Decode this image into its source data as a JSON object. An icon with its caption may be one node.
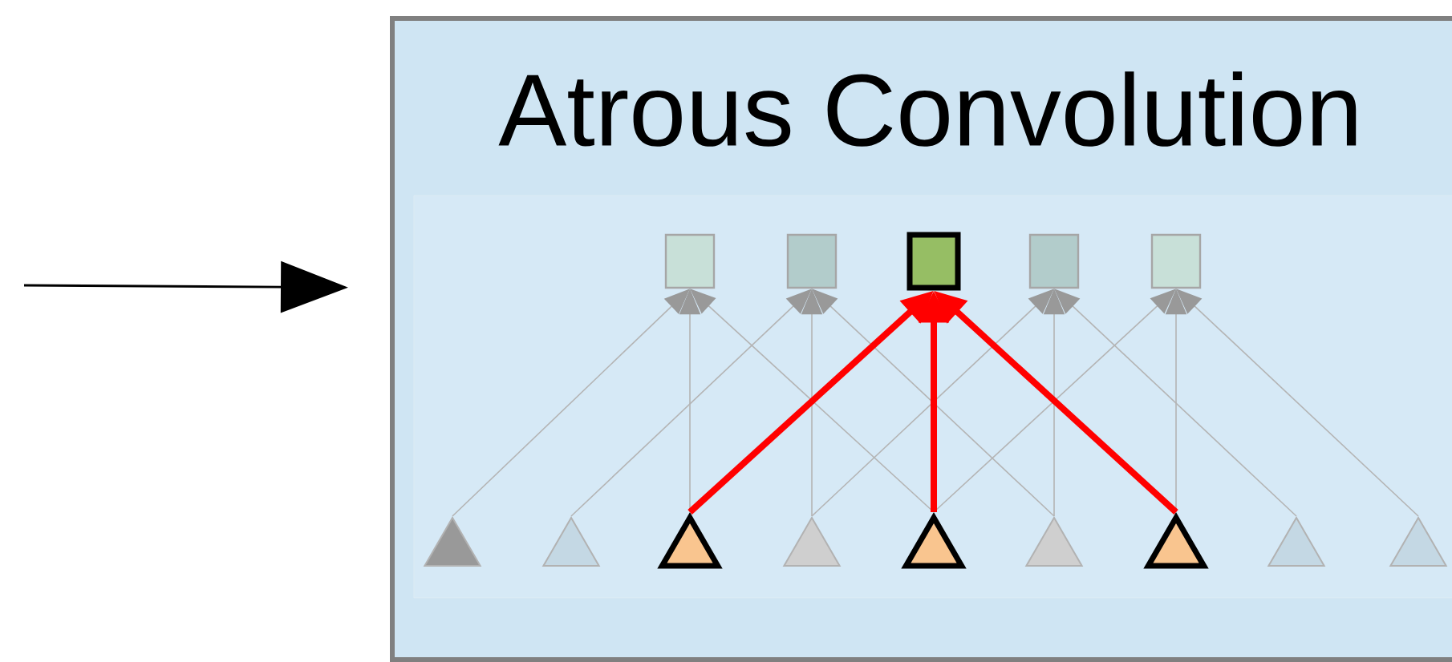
{
  "diagram": {
    "nodes": [
      {
        "text": [
          "Atrous Convolution"
        ]
      },
      {
        "text": [],
        "shape": "box",
        "in": 0
      },
      {
        "text": [],
        "shape": "box",
        "in": 0
      },
      {
        "text": [],
        "shape": "box",
        "in": 0
      },
      {
        "text": [],
        "shape": "box",
        "in": 0
      },
      {
        "text": [],
        "shape": "box",
        "in": 0
      },
      {
        "text": [],
        "shape": "triangle",
        "in": 0
      },
      {
        "text": [],
        "shape": "triangle",
        "in": 0
      },
      {
        "text": [],
        "shape": "triangle",
        "in": 0
      },
      {
        "text": [],
        "shape": "triangle",
        "in": 0
      },
      {
        "text": [],
        "shape": "triangle",
        "in": 0
      },
      {
        "text": [],
        "shape": "triangle",
        "in": 0
      },
      {
        "text": [],
        "shape": "triangle",
        "in": 0
      },
      {
        "text": [],
        "shape": "triangle",
        "in": 0
      },
      {
        "text": [],
        "shape": "triangle",
        "in": 0
      }
    ],
    "edges": [
      {
        "from": null,
        "to": 0,
        "arrow": "to",
        "color": "#000000"
      },
      {
        "from": 6,
        "to": 1,
        "arrow": "to"
      },
      {
        "from": 8,
        "to": 1,
        "arrow": "to"
      },
      {
        "from": 10,
        "to": 1,
        "arrow": "to"
      },
      {
        "from": 7,
        "to": 2,
        "arrow": "to"
      },
      {
        "from": 9,
        "to": 2,
        "arrow": "to"
      },
      {
        "from": 11,
        "to": 2,
        "arrow": "to"
      },
      {
        "from": 8,
        "to": 3,
        "arrow": "to",
        "style": "thick",
        "color": "#ff0000"
      },
      {
        "from": 10,
        "to": 3,
        "arrow": "to",
        "style": "thick",
        "color": "#ff0000"
      },
      {
        "from": 12,
        "to": 3,
        "arrow": "to",
        "style": "thick",
        "color": "#ff0000"
      },
      {
        "from": 9,
        "to": 4,
        "arrow": "to"
      },
      {
        "from": 11,
        "to": 4,
        "arrow": "to"
      },
      {
        "from": 13,
        "to": 4,
        "arrow": "to"
      },
      {
        "from": 10,
        "to": 5,
        "arrow": "to"
      },
      {
        "from": 12,
        "to": 5,
        "arrow": "to"
      },
      {
        "from": 14,
        "to": 5,
        "arrow": "to"
      }
    ]
  }
}
